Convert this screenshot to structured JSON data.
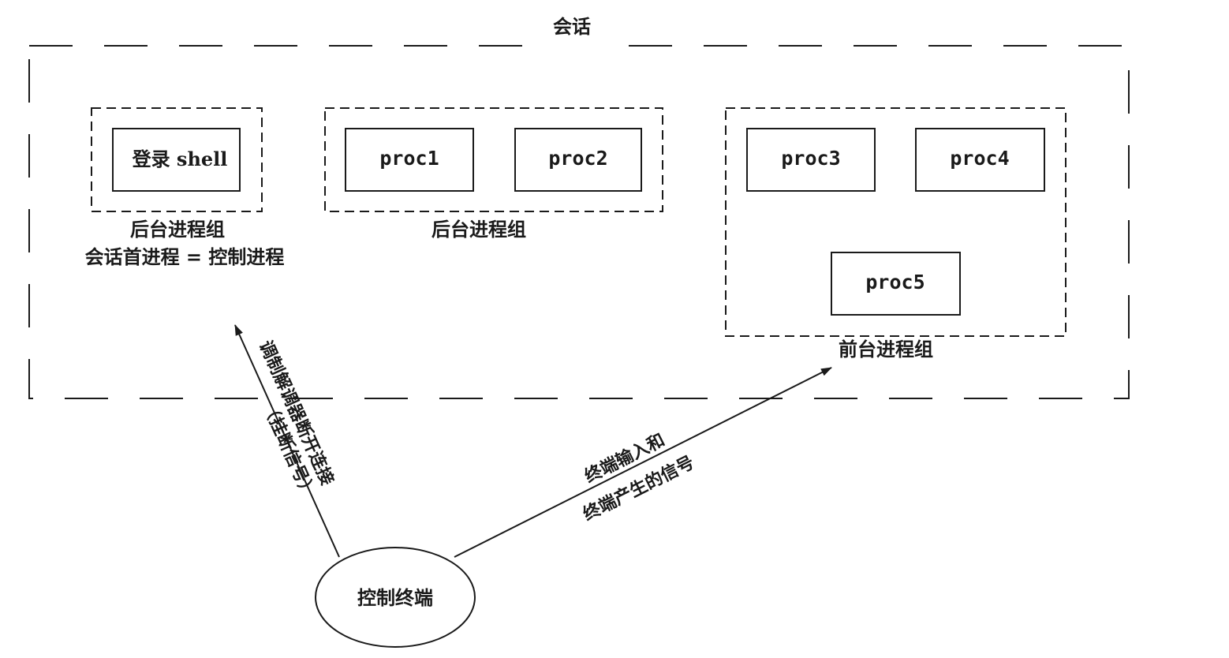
{
  "session": {
    "title": "会话"
  },
  "groups": {
    "group1": {
      "label": "后台进程组",
      "sublabel": "会话首进程 = 控制进程",
      "processes": [
        "登录 shell"
      ]
    },
    "group2": {
      "label": "后台进程组",
      "processes": [
        "proc1",
        "proc2"
      ]
    },
    "group3": {
      "label": "前台进程组",
      "processes": [
        "proc3",
        "proc4",
        "proc5"
      ]
    }
  },
  "terminal": {
    "label": "控制终端"
  },
  "arrows": {
    "hangup": {
      "line1": "调制解调器断开连接",
      "line2": "（挂断信号）"
    },
    "signals": {
      "line1": "终端输入和",
      "line2": "终端产生的信号"
    }
  }
}
